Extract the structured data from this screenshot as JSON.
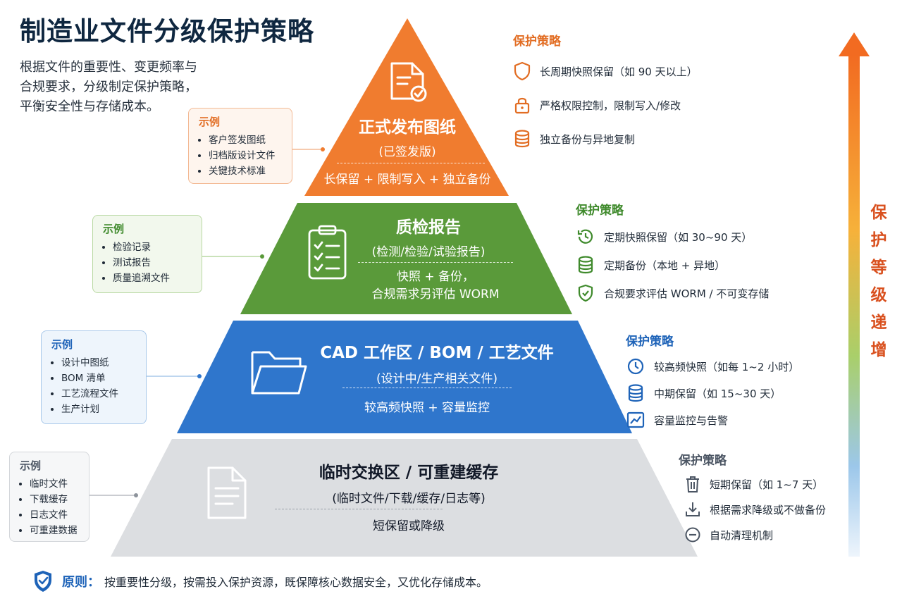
{
  "title": "制造业文件分级保护策略",
  "subtitle_lines": [
    "根据文件的重要性、变更频率与",
    "合规要求，分级制定保护策略，",
    "平衡安全性与存储成本。"
  ],
  "examples_label": "示例",
  "strategy_label": "保护策略",
  "tiers": [
    {
      "title": "正式发布图纸",
      "subtitle": "(已签发版)",
      "strategy_lines": [
        "长保留 + 限制写入 + 独立备份"
      ],
      "color": "#f07c2f",
      "icon": "document-check-icon",
      "examples": [
        "客户签发图纸",
        "归档版设计文件",
        "关键技术标准"
      ],
      "strategies": [
        {
          "icon": "shield-icon",
          "text": "长周期快照保留（如 90 天以上）"
        },
        {
          "icon": "lock-icon",
          "text": "严格权限控制，限制写入/修改"
        },
        {
          "icon": "database-icon",
          "text": "独立备份与异地复制"
        }
      ]
    },
    {
      "title": "质检报告",
      "subtitle": "(检测/检验/试验报告)",
      "strategy_lines": [
        "快照 + 备份，",
        "合规需求另评估 WORM"
      ],
      "color": "#5a9a3a",
      "icon": "clipboard-checklist-icon",
      "examples": [
        "检验记录",
        "测试报告",
        "质量追溯文件"
      ],
      "strategies": [
        {
          "icon": "history-clock-icon",
          "text": "定期快照保留（如 30~90 天）"
        },
        {
          "icon": "database-icon",
          "text": "定期备份（本地 + 异地）"
        },
        {
          "icon": "shield-check-icon",
          "text": "合规要求评估 WORM / 不可变存储"
        }
      ]
    },
    {
      "title": "CAD 工作区 / BOM / 工艺文件",
      "subtitle": "(设计中/生产相关文件)",
      "strategy_lines": [
        "较高频快照 + 容量监控"
      ],
      "color": "#2f76cc",
      "icon": "folder-icon",
      "examples": [
        "设计中图纸",
        "BOM 清单",
        "工艺流程文件",
        "生产计划"
      ],
      "strategies": [
        {
          "icon": "clock-icon",
          "text": "较高频快照（如每 1~2 小时）"
        },
        {
          "icon": "database-icon",
          "text": "中期保留（如 15~30 天）"
        },
        {
          "icon": "chart-monitor-icon",
          "text": "容量监控与告警"
        }
      ]
    },
    {
      "title": "临时交换区 / 可重建缓存",
      "subtitle": "(临时文件/下载/缓存/日志等)",
      "strategy_lines": [
        "短保留或降级"
      ],
      "color": "#dcdee1",
      "icon": "document-icon",
      "examples": [
        "临时文件",
        "下载缓存",
        "日志文件",
        "可重建数据"
      ],
      "strategies": [
        {
          "icon": "trash-icon",
          "text": "短期保留（如 1~7 天）"
        },
        {
          "icon": "download-icon",
          "text": "根据需求降级或不做备份"
        },
        {
          "icon": "minus-circle-icon",
          "text": "自动清理机制"
        }
      ]
    }
  ],
  "arrow_label": "保护等级递增",
  "arrow_label_chars": [
    "保",
    "护",
    "等",
    "级",
    "递",
    "增"
  ],
  "footer": {
    "icon": "shield-check-icon",
    "label": "原则：",
    "text": "按重要性分级，按需投入保护资源，既保障核心数据安全，又优化存储成本。"
  },
  "colors": {
    "orange": "#f07c2f",
    "green": "#5a9a3a",
    "blue": "#2f76cc",
    "gray": "#dcdee1",
    "title": "#0f2740",
    "arrow_top": "#f26b21",
    "arrow_bottom": "#e8f2fb"
  }
}
